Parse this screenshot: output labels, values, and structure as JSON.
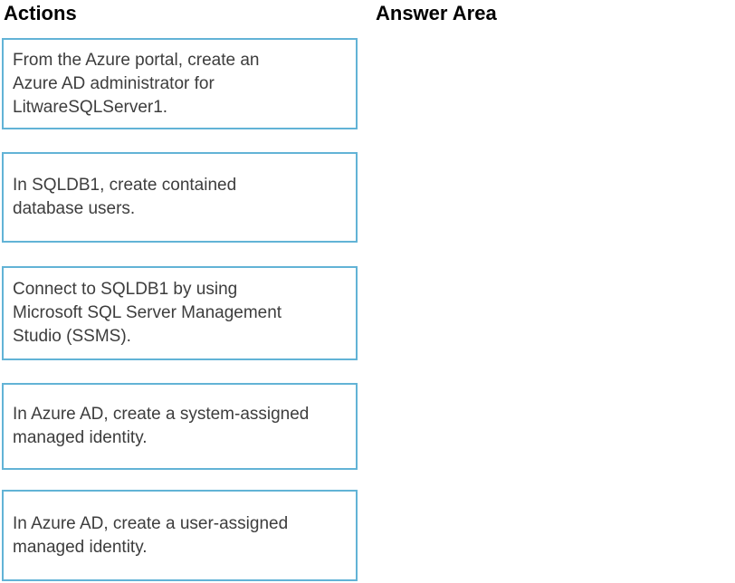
{
  "headings": {
    "actions": "Actions",
    "answer_area": "Answer Area"
  },
  "colors": {
    "card_border": "#62b3d6",
    "card_text": "#3d3d3d",
    "heading_text": "#000000",
    "background": "#ffffff"
  },
  "actions": [
    {
      "label": "From the Azure portal, create an Azure AD administrator for LitwareSQLServer1.",
      "lines": [
        "From the Azure portal, create an",
        "Azure AD administrator for",
        "LitwareSQLServer1."
      ]
    },
    {
      "label": "In SQLDB1, create contained database users.",
      "lines": [
        "In SQLDB1, create contained",
        "database users."
      ]
    },
    {
      "label": "Connect to SQLDB1 by using Microsoft SQL Server Management Studio (SSMS).",
      "lines": [
        "Connect to SQLDB1 by using",
        "Microsoft SQL Server Management",
        "Studio (SSMS)."
      ]
    },
    {
      "label": "In Azure AD, create a system-assigned managed identity.",
      "lines": [
        "In Azure AD, create a system-assigned",
        "managed identity."
      ]
    },
    {
      "label": "In Azure AD, create a user-assigned managed identity.",
      "lines": [
        "In Azure AD, create a user-assigned",
        "managed identity."
      ]
    }
  ]
}
